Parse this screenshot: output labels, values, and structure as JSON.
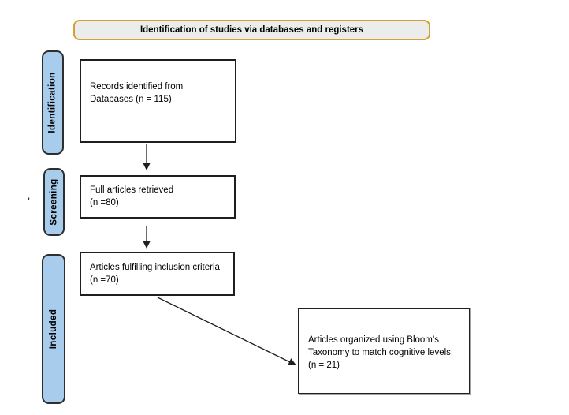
{
  "banner": {
    "label": "Identification of studies via databases and registers"
  },
  "stages": [
    {
      "label": "Identification"
    },
    {
      "label": "Screening"
    },
    {
      "label": "Included"
    }
  ],
  "boxes": [
    {
      "name": "records-identified",
      "text": "Records identified from\nDatabases (n = 115)"
    },
    {
      "name": "full-articles-retrieved",
      "text": "Full articles retrieved\n(n =80)"
    },
    {
      "name": "inclusion-criteria",
      "text": "Articles fulfilling inclusion criteria\n(n =70)"
    },
    {
      "name": "blooms-taxonomy",
      "text": "Articles organized using Bloom’s\nTaxonomy to match cognitive levels.\n(n = 21)"
    }
  ],
  "stray_mark": "'",
  "colors": {
    "banner_fill": "#ECECEC",
    "banner_border": "#D2A12F",
    "stage_fill": "#A8CCEC",
    "stage_border": "#2E2E2E",
    "box_border": "#1F1F1F",
    "arrow": "#1F1F1F"
  }
}
